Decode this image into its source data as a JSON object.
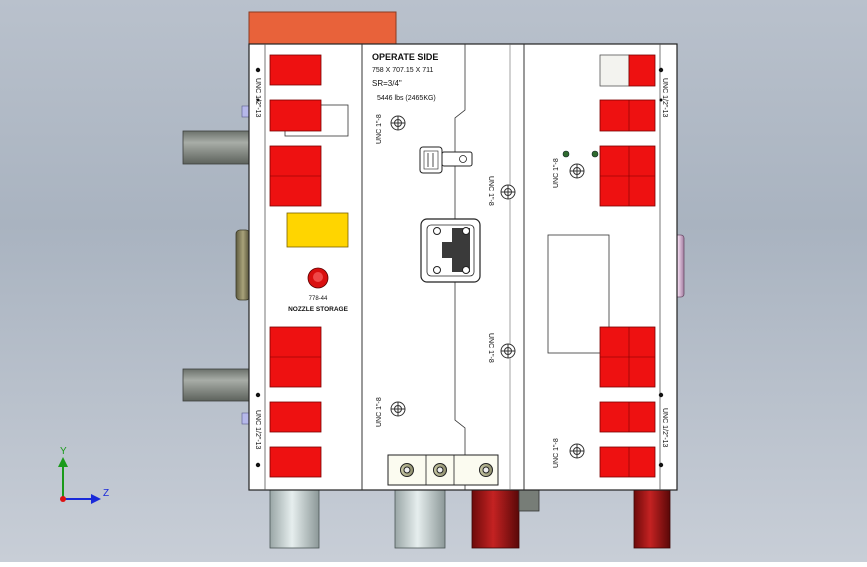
{
  "plate_header": {
    "side": "OPERATE SIDE",
    "dims": "758 X 707.15 X 711",
    "sr": "SR=3/4\"",
    "weight": "5446 lbs (2465KG)"
  },
  "labels": {
    "unc_half": "UNC 1/2\"-13",
    "unc_one": "UNC 1\"-8",
    "nozzle_code": "778-44",
    "nozzle_storage": "NOZZLE STORAGE"
  },
  "triad": {
    "y": "Y",
    "z": "Z"
  },
  "colors": {
    "background": "#b3bcc8",
    "plate": "#ffffff",
    "cavity_red": "#ee1111",
    "nameplate_yellow": "#ffd500",
    "top_orange": "#e8623a",
    "cylinder_gray": "#8a8f8a",
    "cylinder_dark_red": "#a51212",
    "cylinder_light": "#cdd6d6"
  }
}
